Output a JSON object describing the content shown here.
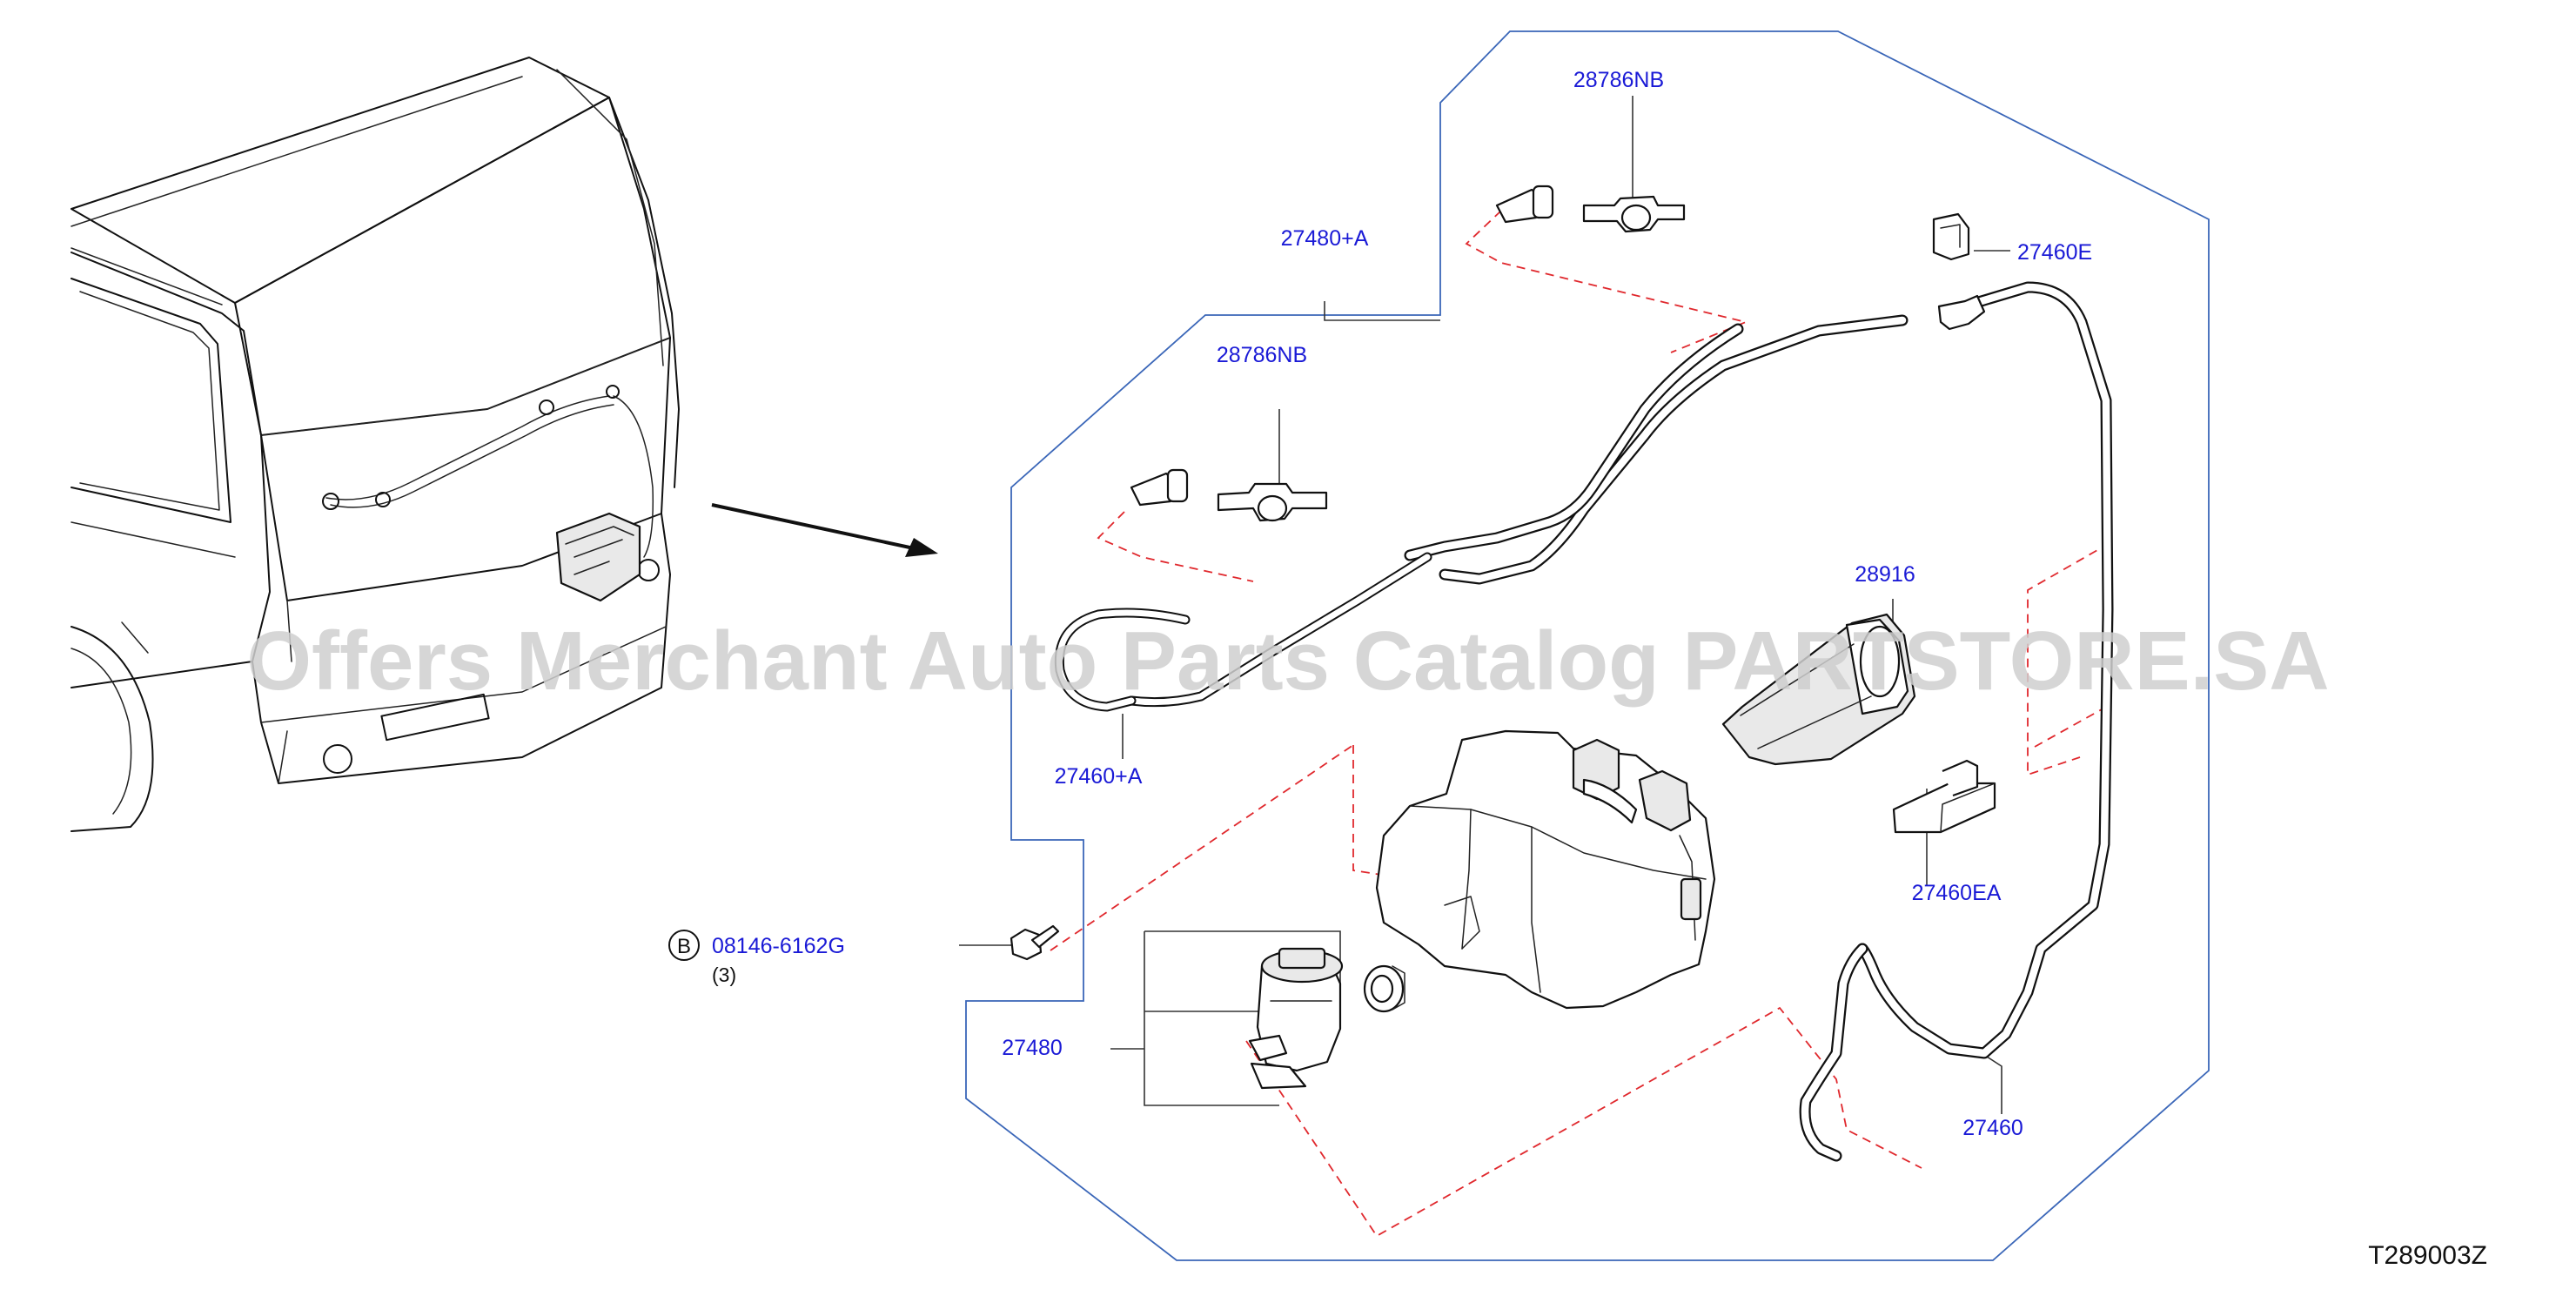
{
  "watermark": "Offers Merchant Auto Parts Catalog PARTSTORE.SA",
  "diagram_code": "T289003Z",
  "callouts": {
    "p28786nb_top": "28786NB",
    "p27480a": "27480+A",
    "p27460e": "27460E",
    "p28786nb_left": "28786NB",
    "p28916": "28916",
    "p27460a": "27460+A",
    "p27460ea": "27460EA",
    "bolt_marker": "B",
    "bolt_number": "08146-6162G",
    "bolt_qty": "(3)",
    "p27480": "27480",
    "p27460": "27460"
  },
  "colors": {
    "label": "#1a1ad6",
    "border": "#3a66b8",
    "dashed": "#e0282d",
    "watermark": "#cfcfcf"
  }
}
